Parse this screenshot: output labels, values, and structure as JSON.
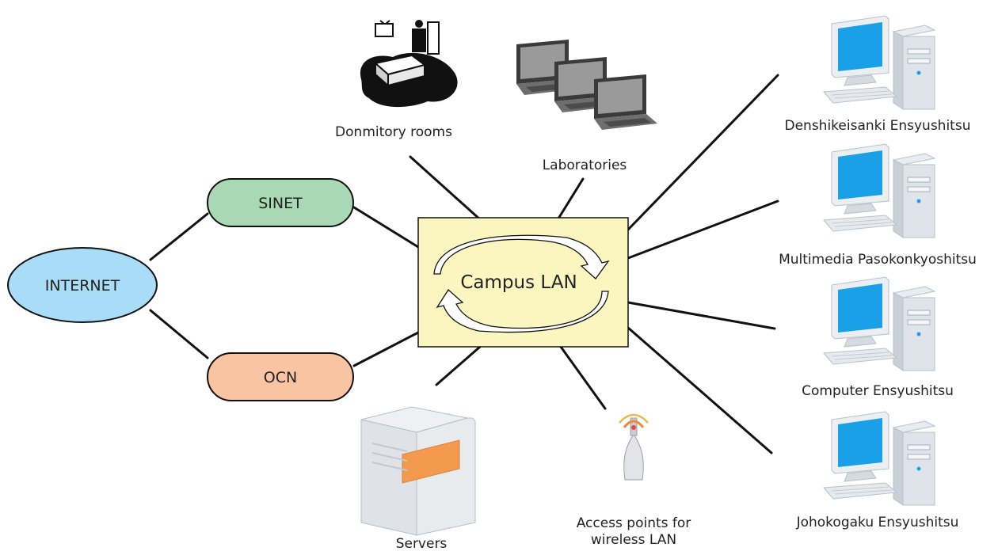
{
  "nodes": {
    "internet": "INTERNET",
    "sinet": "SINET",
    "ocn": "OCN",
    "campus_lan": "Campus LAN"
  },
  "endpoints": {
    "dormitory": "Donmitory rooms",
    "laboratories": "Laboratories",
    "servers": "Servers",
    "access_points_line1": "Access points for",
    "access_points_line2": "wireless LAN",
    "denshikeisanki": "Denshikeisanki Ensyushitsu",
    "multimedia": "Multimedia Pasokonkyoshitsu",
    "computer": "Computer Ensyushitsu",
    "johokogaku": "Johokogaku Ensyushitsu"
  },
  "colors": {
    "internet_fill": "#a9dcf6",
    "sinet_fill": "#a9d8b5",
    "ocn_fill": "#f8c4a2",
    "campus_lan_fill": "#fbf6bf",
    "monitor_screen": "#1aa0e6"
  },
  "icons": {
    "dormitory": "dormitory-room-icon",
    "laboratories": "laptops-icon",
    "servers": "server-icon",
    "access_point": "wireless-access-point-icon",
    "computer": "desktop-computer-icon"
  }
}
